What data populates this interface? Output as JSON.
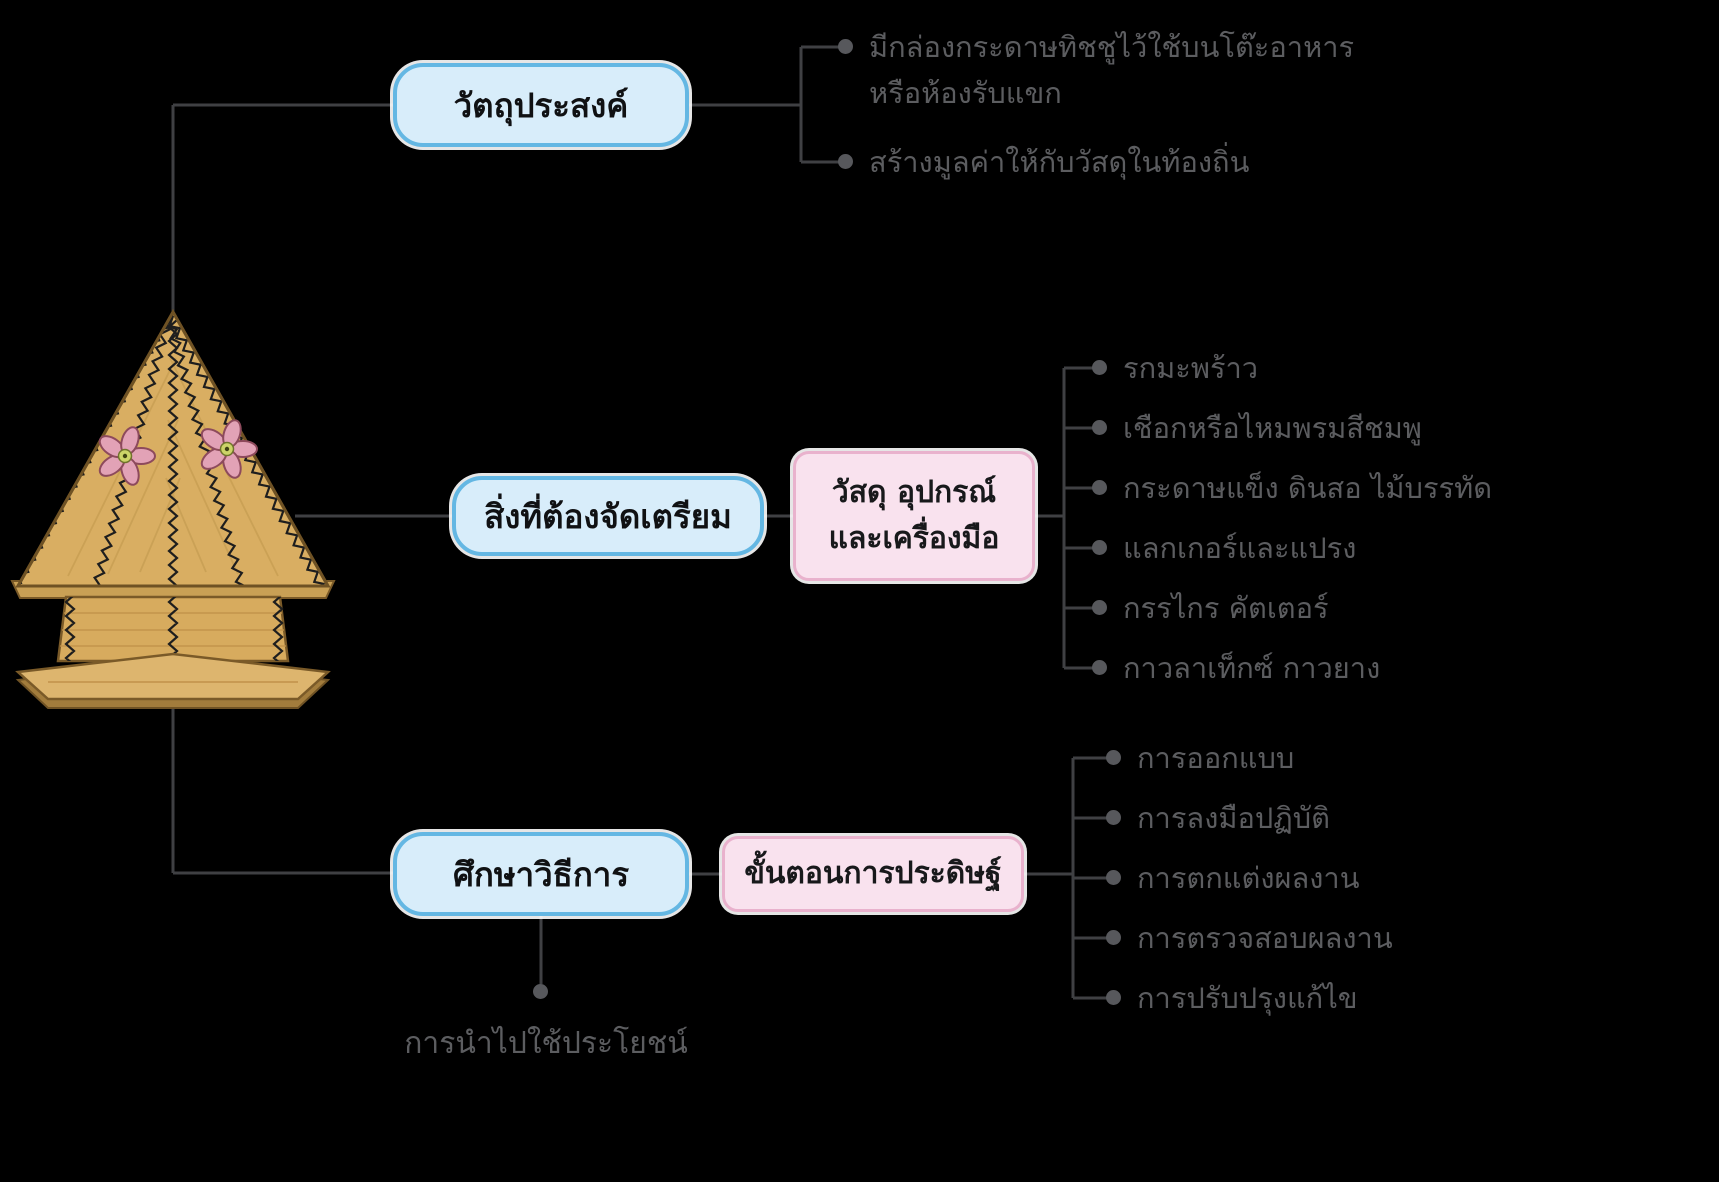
{
  "colors": {
    "background": "#000000",
    "primary_box_fill": "#d8edfa",
    "primary_box_border": "#64b7e3",
    "secondary_box_fill": "#f9e2ee",
    "secondary_box_border": "#e9b2cd",
    "connector_line": "#3f4043",
    "bullet_text": "#5c5d60",
    "box_label_text": "#101113",
    "wood": "#d9ae62",
    "flower": "#e2a2b6"
  },
  "icons": {
    "bullet": "filled-circle",
    "root_illustration": "coconut-fiber-tissue-box-house-with-flowers"
  },
  "objectives_branch": {
    "label": "วัตถุประสงค์",
    "items": [
      {
        "line1": "มีกล่องกระดาษทิชชูไว้ใช้บนโต๊ะอาหาร",
        "line2": "หรือห้องรับแขก"
      },
      {
        "line1": "สร้างมูลค่าให้กับวัสดุในท้องถิ่น"
      }
    ]
  },
  "prepare_branch": {
    "label": "สิ่งที่ต้องจัดเตรียม",
    "sub_box": {
      "line1": "วัสดุ อุปกรณ์",
      "line2": "และเครื่องมือ"
    },
    "items": [
      "รกมะพร้าว",
      "เชือกหรือไหมพรมสีชมพู",
      "กระดาษแข็ง ดินสอ ไม้บรรทัด",
      "แลกเกอร์และแปรง",
      "กรรไกร คัตเตอร์",
      "กาวลาเท็กซ์ กาวยาง"
    ]
  },
  "method_branch": {
    "label": "ศึกษาวิธีการ",
    "sub_box": {
      "label": "ขั้นตอนการประดิษฐ์"
    },
    "items": [
      "การออกแบบ",
      "การลงมือปฏิบัติ",
      "การตกแต่งผลงาน",
      "การตรวจสอบผลงาน",
      "การปรับปรุงแก้ไข"
    ],
    "footer_item": "การนำไปใช้ประโยชน์"
  }
}
